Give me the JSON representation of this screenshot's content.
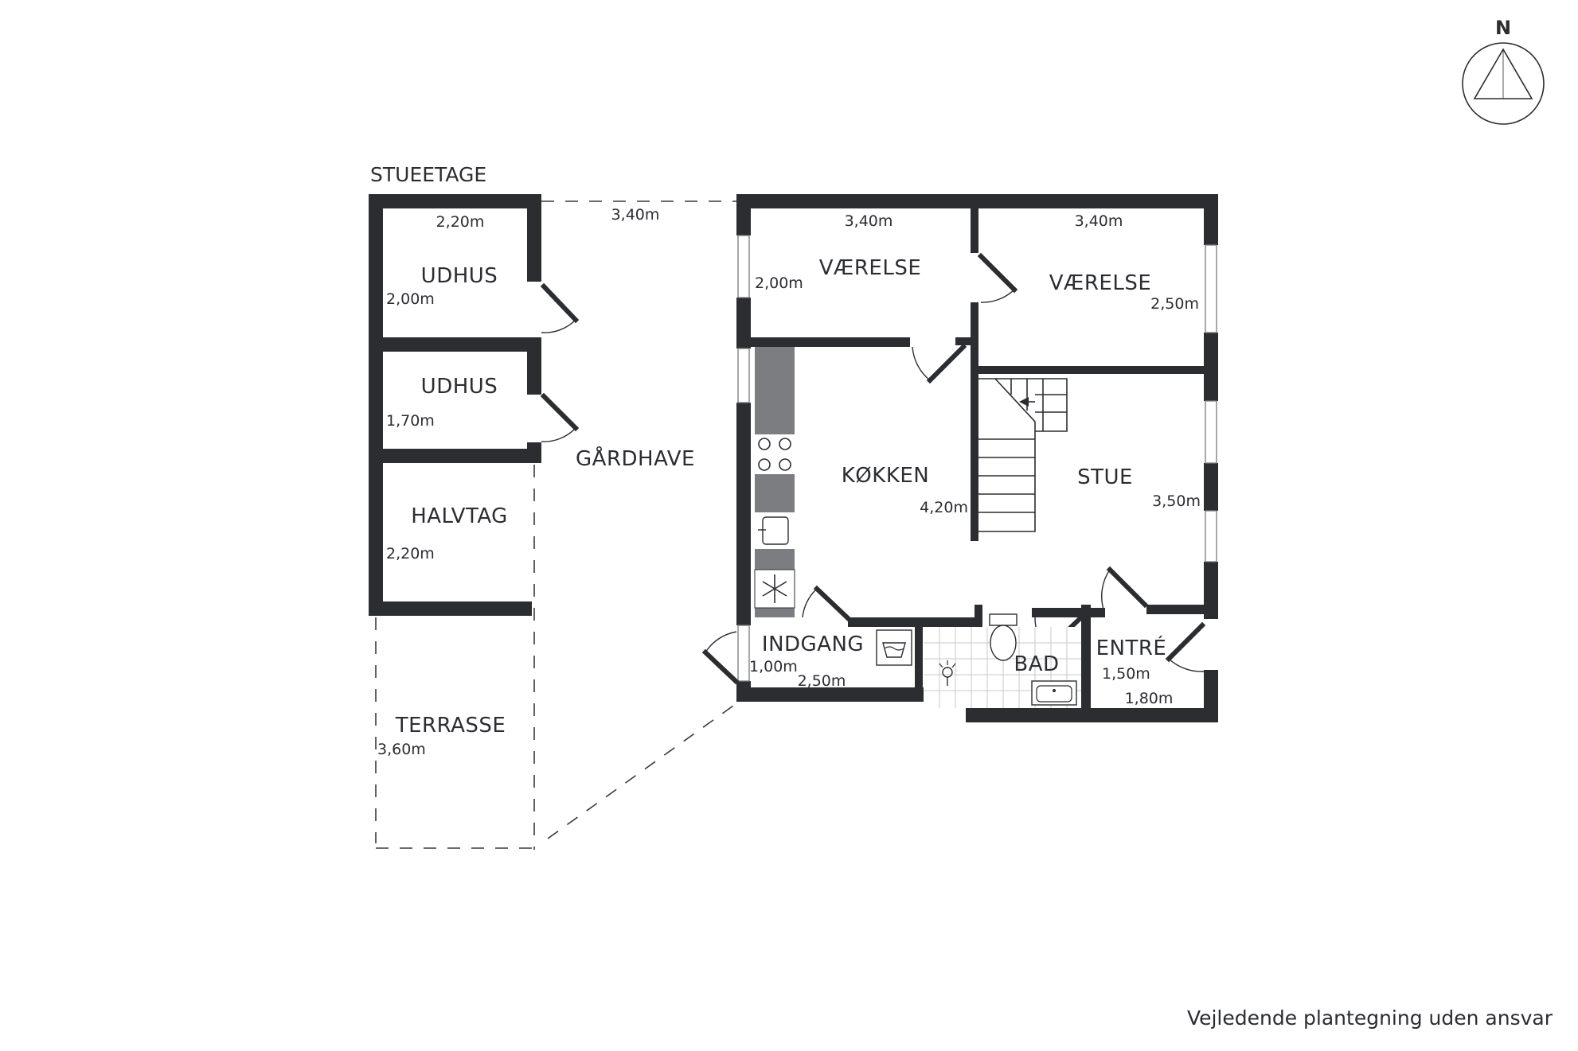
{
  "plan_title": "STUEETAGE",
  "disclaimer": "Vejledende plantegning uden ansvar",
  "compass_label": "N",
  "rooms": {
    "udhus_top": {
      "name": "UDHUS",
      "dim_width": "2,20m",
      "dim_depth": "2,00m"
    },
    "udhus_mid": {
      "name": "UDHUS",
      "dim_depth": "1,70m"
    },
    "halvtag": {
      "name": "HALVTAG",
      "dim_depth": "2,20m"
    },
    "terrasse": {
      "name": "TERRASSE",
      "dim_depth": "3,60m"
    },
    "gaardhave": {
      "name": "GÅRDHAVE",
      "dim_width": "3,40m"
    },
    "vaerelse_left": {
      "name": "VÆRELSE",
      "dim_width": "3,40m",
      "dim_depth": "2,00m"
    },
    "vaerelse_right": {
      "name": "VÆRELSE",
      "dim_width": "3,40m",
      "dim_depth": "2,50m"
    },
    "koekken": {
      "name": "KØKKEN",
      "dim_depth": "4,20m"
    },
    "stue": {
      "name": "STUE",
      "dim_depth": "3,50m"
    },
    "indgang": {
      "name": "INDGANG",
      "dim_depth": "1,00m",
      "dim_width": "2,50m"
    },
    "bad": {
      "name": "BAD"
    },
    "entre": {
      "name": "ENTRÉ",
      "dim_depth": "1,50m",
      "dim_width": "1,80m"
    }
  },
  "colors": {
    "wall": "#2b2d31",
    "counter": "#7b7d80",
    "background": "#ffffff"
  },
  "icons": [
    "compass-icon",
    "stove-icon",
    "kitchen-sink-icon",
    "freezer-icon",
    "washing-machine-icon",
    "toilet-icon",
    "bathroom-sink-icon",
    "shower-drain-icon",
    "stair-arrow-icon"
  ]
}
